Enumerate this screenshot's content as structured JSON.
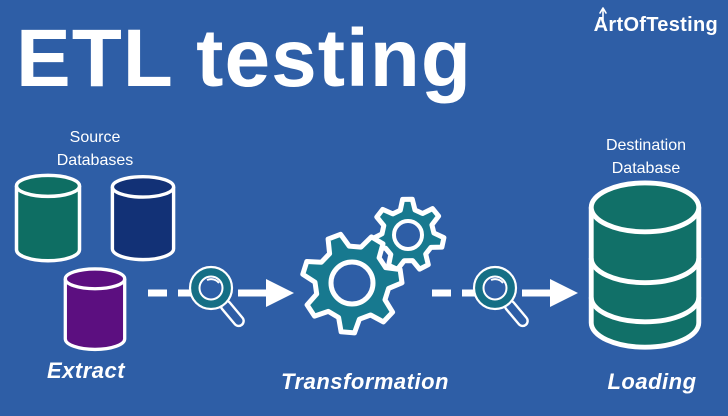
{
  "title": "ETL testing",
  "logo": {
    "text": "ArtOfTesting"
  },
  "source_group": {
    "label": "Source Databases"
  },
  "destination_group": {
    "label": "Destination Database"
  },
  "stages": {
    "extract": "Extract",
    "transformation": "Transformation",
    "loading": "Loading"
  },
  "icons": {
    "source_databases": "database-cylinder-icon",
    "transformation": "gears-icon",
    "flow": "dashed-arrow-right-icon",
    "inspection": "magnifier-icon",
    "destination_database": "stacked-database-icon",
    "logo_mark": "pencil-arrow-icon"
  },
  "colors": {
    "background": "#2E5EA6",
    "text": "#FFFFFF",
    "outline": "#FFFFFF",
    "source_db_teal": "#0E6E63",
    "source_db_navy": "#123176",
    "source_db_purple": "#5C0F80",
    "gear_teal": "#17798F",
    "magnifier_teal": "#156F85",
    "destination_db_teal": "#117068"
  }
}
